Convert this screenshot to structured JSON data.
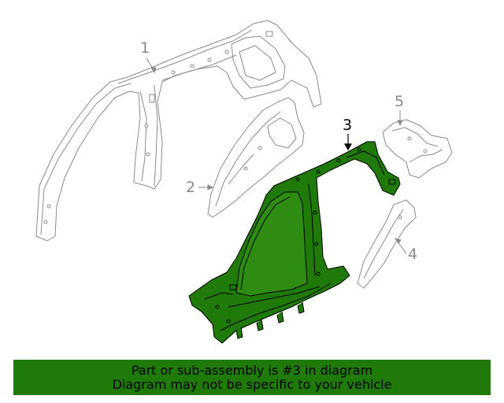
{
  "diagram": {
    "callouts": [
      {
        "id": "1",
        "label": "1",
        "highlighted": false
      },
      {
        "id": "2",
        "label": "2",
        "highlighted": false
      },
      {
        "id": "3",
        "label": "3",
        "highlighted": true
      },
      {
        "id": "4",
        "label": "4",
        "highlighted": false
      },
      {
        "id": "5",
        "label": "5",
        "highlighted": false
      }
    ]
  },
  "banner": {
    "line1": "Part or sub-assembly is #3 in diagram",
    "line2": "Diagram may not be specific to your vehicle"
  },
  "colors": {
    "highlight_fill": "#1f7a09",
    "banner_bg": "#1f7a09",
    "line_art": "#8a8a8a",
    "highlight_stroke": "#000000"
  }
}
